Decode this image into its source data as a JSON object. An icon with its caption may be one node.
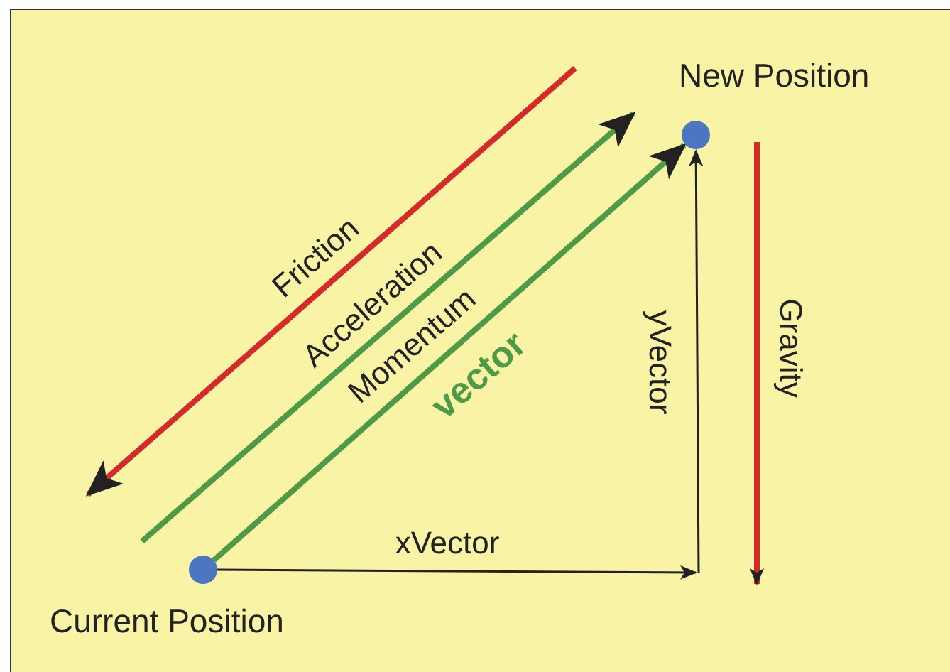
{
  "diagram": {
    "nodes": [
      {
        "text": [],
        "shape": "circle",
        "beside": [
          "Current Position"
        ]
      },
      {
        "text": [],
        "shape": "circle",
        "beside": [
          "New Position"
        ]
      }
    ],
    "edges": [
      {
        "from": 0,
        "to": 1,
        "arrow": "to",
        "label": "Momentum",
        "color": "#4e9a47",
        "style": "thick"
      },
      {
        "from": 0,
        "to": null,
        "arrow": "to",
        "label": "xVector"
      },
      {
        "from": null,
        "to": 1,
        "arrow": "to",
        "label": "yVector"
      }
    ],
    "labels": [
      "Friction",
      "Acceleration",
      "vector",
      "Gravity"
    ]
  }
}
